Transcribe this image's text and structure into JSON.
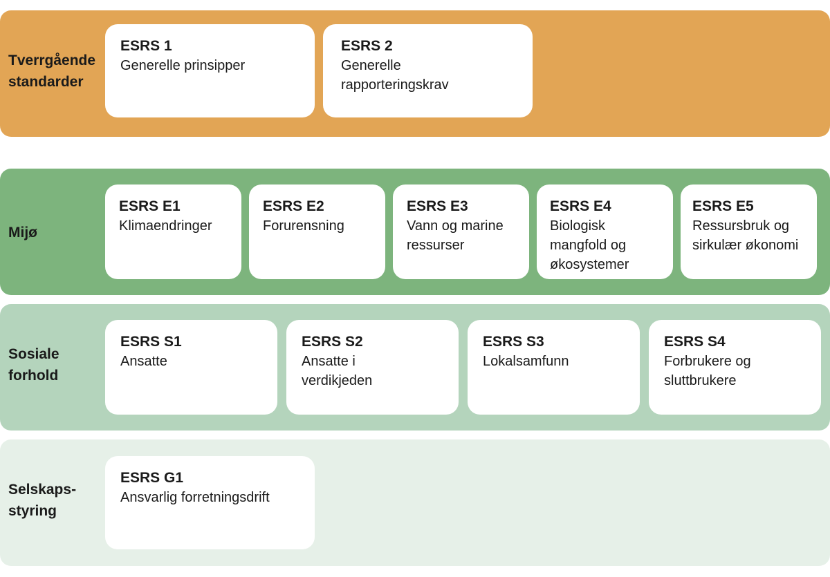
{
  "colors": {
    "cross_cutting": "#e2a555",
    "environment": "#7db47d",
    "social": "#b4d4bc",
    "governance": "#e6f0e8",
    "card": "#ffffff"
  },
  "cross_cutting": {
    "label": "Tverrgående\nstandarder",
    "cards": [
      {
        "code": "ESRS 1",
        "text": "Generelle prinsipper"
      },
      {
        "code": "ESRS 2",
        "text": "Generelle\nrapporteringskrav"
      }
    ]
  },
  "environment": {
    "label": "Mijø",
    "cards": [
      {
        "code": "ESRS E1",
        "text": "Klimaendringer"
      },
      {
        "code": "ESRS E2",
        "text": "Forurensning"
      },
      {
        "code": "ESRS E3",
        "text": "Vann og marine\nressurser"
      },
      {
        "code": "ESRS E4",
        "text": "Biologisk\nmangfold og\nøkosystemer"
      },
      {
        "code": "ESRS E5",
        "text": "Ressursbruk og\nsirkulær økonomi"
      }
    ]
  },
  "social": {
    "label": "Sosiale\nforhold",
    "cards": [
      {
        "code": "ESRS S1",
        "text": "Ansatte"
      },
      {
        "code": "ESRS S2",
        "text": "Ansatte i\nverdikjeden"
      },
      {
        "code": "ESRS S3",
        "text": "Lokalsamfunn"
      },
      {
        "code": "ESRS S4",
        "text": "Forbrukere og\nsluttbrukere"
      }
    ]
  },
  "governance": {
    "label": "Selskaps-\nstyring",
    "cards": [
      {
        "code": "ESRS G1",
        "text": "Ansvarlig forretningsdrift"
      }
    ]
  }
}
